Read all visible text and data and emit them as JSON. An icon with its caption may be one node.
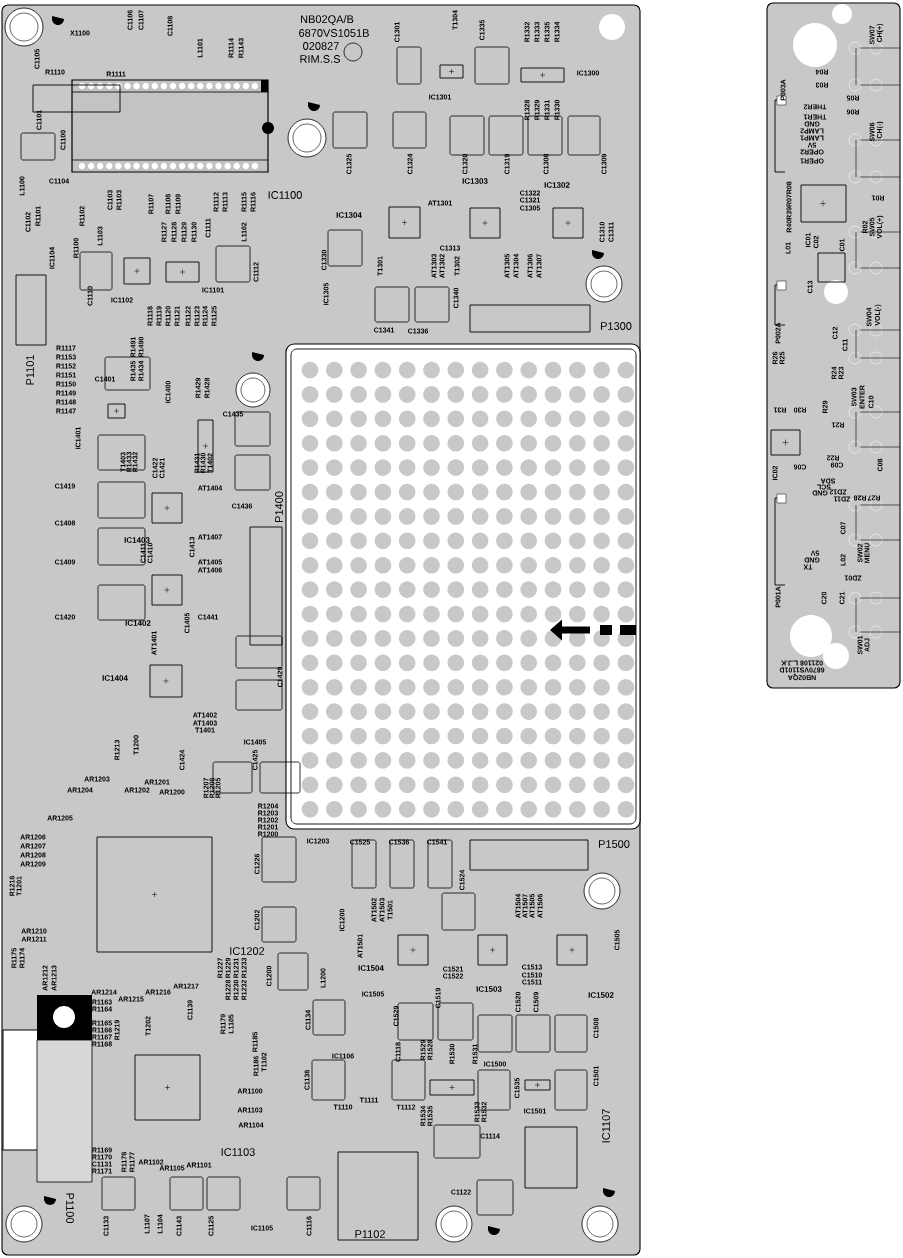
{
  "diagram": {
    "labels": [
      "NB02QA/B",
      "6870VS1051B",
      "020827",
      "RIM.S.S",
      "X1100",
      "C1105",
      "R1110",
      "R1111",
      "C1106",
      "C1107",
      "C1108",
      "L1101",
      "R1114",
      "R1143",
      "C1301",
      "T1304",
      "C1335",
      "R1332",
      "R1333",
      "R1335",
      "R1334",
      "IC1300",
      "IC1301",
      "R1328",
      "R1329",
      "R1331",
      "R1330",
      "C1101",
      "C1100",
      "C1325",
      "C1324",
      "C1320",
      "C1319",
      "C1308",
      "C1309",
      "C1104",
      "L1100",
      "C1103",
      "R1103",
      "R1107",
      "R1108",
      "R1109",
      "R1112",
      "R1113",
      "R1115",
      "R1116",
      "IC1100",
      "IC1303",
      "IC1302",
      "AT1301",
      "C1322",
      "C1321",
      "C1305",
      "IC1304",
      "C1102",
      "R1101",
      "R1102",
      "IC1104",
      "L1103",
      "R1100",
      "R1127",
      "R1128",
      "R1129",
      "R1130",
      "C1111",
      "L1102",
      "C1112",
      "C1313",
      "C1310",
      "C1311",
      "C1330",
      "T1301",
      "AT1303",
      "AT1302",
      "T1302",
      "AT1305",
      "AT1304",
      "AT1306",
      "AT1307",
      "C1110",
      "IC1102",
      "IC1101",
      "IC1305",
      "C1340",
      "R1118",
      "R1119",
      "R1120",
      "R1121",
      "R1122",
      "R1123",
      "R1124",
      "R1125",
      "C1341",
      "C1336",
      "P1300",
      "P1101",
      "R1117",
      "R1153",
      "R1152",
      "R1151",
      "R1150",
      "R1149",
      "R1148",
      "R1147",
      "R1435",
      "R1491",
      "R1434",
      "R1490",
      "C1401",
      "IC1400",
      "R1429",
      "R1428",
      "C1435",
      "IC1401",
      "T1403",
      "R1433",
      "R1432",
      "C1422",
      "C1421",
      "R1431",
      "R1430",
      "T1402",
      "C1419",
      "AT1404",
      "C1436",
      "P1400",
      "C1408",
      "AT1407",
      "IC1403",
      "C1411",
      "C1410",
      "C1413",
      "AT1405",
      "AT1406",
      "C1409",
      "C1420",
      "IC1402",
      "C1405",
      "C1441",
      "AT1401",
      "C1429",
      "IC1404",
      "AT1402",
      "AT1403",
      "T1401",
      "IC1405",
      "R1213",
      "T1200",
      "C1424",
      "C1425",
      "AR1203",
      "AR1201",
      "AR1204",
      "AR1202",
      "AR1200",
      "R1207",
      "R1206",
      "R1205",
      "AR1205",
      "R1204",
      "R1203",
      "R1202",
      "R1201",
      "R1200",
      "AR1206",
      "AR1207",
      "AR1208",
      "AR1209",
      "R1216",
      "T1201",
      "AR1210",
      "AR1211",
      "IC1202",
      "R1175",
      "R1174",
      "AR1212",
      "AR1213",
      "R1227",
      "R1229",
      "R1231",
      "R1233",
      "R1228",
      "R1230",
      "R1232",
      "AR1214",
      "AR1215",
      "AR1216",
      "AR1217",
      "R1163",
      "R1164",
      "R1165",
      "R1166",
      "R1167",
      "R1168",
      "R1219",
      "T1202",
      "C1139",
      "R1179",
      "L1105",
      "R1185",
      "R1186",
      "T1102",
      "AR1100",
      "AR1103",
      "AR1104",
      "R1169",
      "R1170",
      "C1131",
      "R1171",
      "IC1103",
      "R1178",
      "R1177",
      "AR1102",
      "AR1105",
      "AR1101",
      "P1100",
      "C1133",
      "L1107",
      "L1104",
      "C1143",
      "C1125",
      "IC1105",
      "C1116",
      "P1102",
      "C1122",
      "IC1107",
      "C1114",
      "IC1501",
      "C1501",
      "C1535",
      "IC1500",
      "R1534",
      "R1535",
      "R1533",
      "R1532",
      "R1529",
      "R1528",
      "R1530",
      "R1531",
      "T1110",
      "T1111",
      "T1112",
      "C1138",
      "IC1106",
      "C1118",
      "C1134",
      "IC1505",
      "C1529",
      "C1519",
      "C1520",
      "C1509",
      "C1508",
      "IC1502",
      "IC1503",
      "IC1504",
      "C1521",
      "C1522",
      "C1513",
      "C1510",
      "C1511",
      "AT1501",
      "C1505",
      "C1200",
      "L1200",
      "C1202",
      "IC1200",
      "C1226",
      "IC1203",
      "C1525",
      "C1536",
      "C1541",
      "C1524",
      "P1500",
      "AT1502",
      "AT1503",
      "T1501",
      "AT1504",
      "AT1507",
      "AT1505",
      "AT1506",
      "SW07",
      "CH(+)",
      "P003A",
      "R04",
      "R03",
      "R05",
      "THER2",
      "R06",
      "THER1",
      "GND",
      "LAMP2",
      "LAMP1",
      "5V",
      "OPER2",
      "OPER1",
      "SW06",
      "CH(-)",
      "R01",
      "R40R39R07R08",
      "R02",
      "SW05",
      "VOL(+)",
      "L01",
      "IC01",
      "C02",
      "C01",
      "C13",
      "SW04",
      "VOL(-)",
      "C12",
      "P002A",
      "C11",
      "R26",
      "R25",
      "R24",
      "R23",
      "SW03",
      "ENTER",
      "C10",
      "R31",
      "R30",
      "R29",
      "R21",
      "IC02",
      "C06",
      "R22",
      "C09",
      "C08",
      "SDA",
      "SCL",
      "GND",
      "ZD12",
      "ZD11",
      "R28",
      "R27",
      "C07",
      "5V",
      "GND",
      "TX",
      "L02",
      "SW02",
      "MENU",
      "ZD01",
      "P001A",
      "C20",
      "C21",
      "SW01",
      "ADJ",
      "021108 L.J.K",
      "6870VS1101D",
      "NB02QA"
    ]
  }
}
